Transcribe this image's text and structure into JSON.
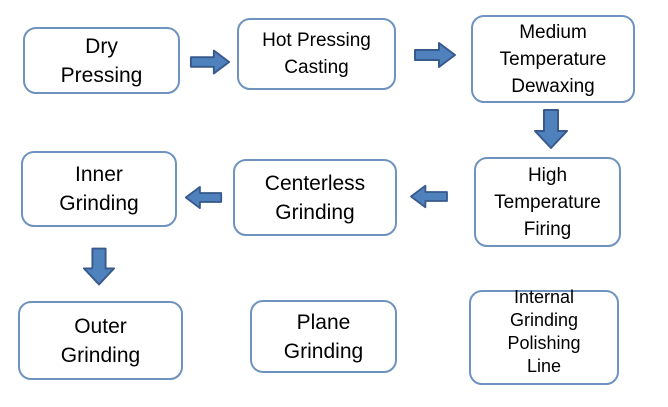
{
  "diagram": {
    "type": "flowchart",
    "description": "Ceramic manufacturing process flow diagram",
    "nodes": [
      {
        "id": "dry-pressing",
        "label": "Dry Pressing",
        "lines": [
          "Dry",
          "Pressing"
        ]
      },
      {
        "id": "hot-pressing-casting",
        "label": "Hot Pressing Casting",
        "lines": [
          "Hot Pressing",
          "Casting"
        ]
      },
      {
        "id": "medium-temp-dewaxing",
        "label": "Medium Temperature Dewaxing",
        "lines": [
          "Medium",
          "Temperature",
          "Dewaxing"
        ]
      },
      {
        "id": "inner-grinding",
        "label": "Inner Grinding",
        "lines": [
          "Inner",
          "Grinding"
        ]
      },
      {
        "id": "centerless-grinding",
        "label": "Centerless Grinding",
        "lines": [
          "Centerless",
          "Grinding"
        ]
      },
      {
        "id": "high-temp-firing",
        "label": "High Temperature Firing",
        "lines": [
          "High",
          "Temperature",
          "Firing"
        ]
      },
      {
        "id": "outer-grinding",
        "label": "Outer Grinding",
        "lines": [
          "Outer",
          "Grinding"
        ]
      },
      {
        "id": "plane-grinding",
        "label": "Plane Grinding",
        "lines": [
          "Plane",
          "Grinding"
        ]
      },
      {
        "id": "internal-grinding-polishing-line",
        "label": "Internal Grinding Polishing Line",
        "lines": [
          "Internal",
          "Grinding",
          "Polishing",
          "Line"
        ]
      }
    ],
    "edges": [
      {
        "from": "Dry Pressing",
        "to": "Hot Pressing Casting",
        "direction": "right"
      },
      {
        "from": "Hot Pressing Casting",
        "to": "Medium Temperature Dewaxing",
        "direction": "right"
      },
      {
        "from": "Medium Temperature Dewaxing",
        "to": "High Temperature Firing",
        "direction": "down"
      },
      {
        "from": "High Temperature Firing",
        "to": "Centerless Grinding",
        "direction": "left"
      },
      {
        "from": "Centerless Grinding",
        "to": "Inner Grinding",
        "direction": "left"
      },
      {
        "from": "Inner Grinding",
        "to": "Outer Grinding",
        "direction": "down"
      }
    ],
    "colors": {
      "background": "#ffffff",
      "box_border": "#6e93be",
      "box_fill": "#ffffff",
      "arrow_fill": "#4f81bd",
      "arrow_border": "#38598c",
      "text": "#000000"
    }
  }
}
